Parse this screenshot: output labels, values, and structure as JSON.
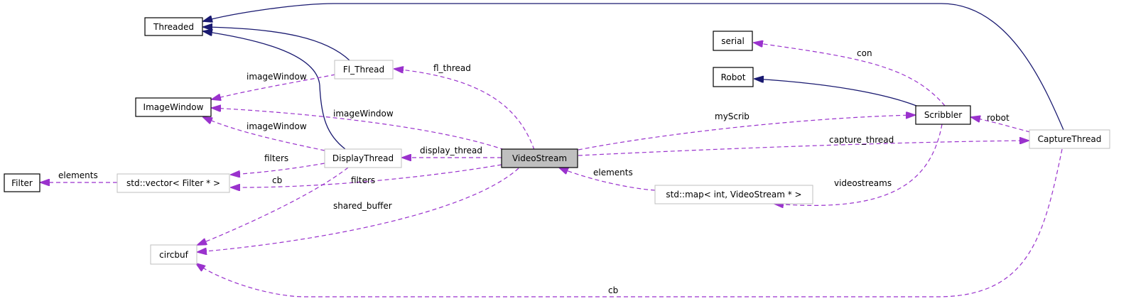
{
  "nodes": {
    "threaded": "Threaded",
    "imagewindow": "ImageWindow",
    "filter": "Filter",
    "vector": "std::vector< Filter * >",
    "circbuf": "circbuf",
    "fl_thread": "Fl_Thread",
    "displaythread": "DisplayThread",
    "videostream": "VideoStream",
    "serial": "serial",
    "robot": "Robot",
    "scribbler": "Scribbler",
    "map": "std::map< int, VideoStream * >",
    "capturethread": "CaptureThread"
  },
  "edge_labels": {
    "fl_thread": "fl_thread",
    "imagewindow_fl": "imageWindow",
    "imagewindow_vs": "imageWindow",
    "imagewindow_dt": "imageWindow",
    "display_thread": "display_thread",
    "filters_dt": "filters",
    "filters_vs": "filters",
    "elements_filter": "elements",
    "cb_dt": "cb",
    "shared_buffer": "shared_buffer",
    "elements_map": "elements",
    "myscrib": "myScrib",
    "capture_thread": "capture_thread",
    "con": "con",
    "robot": "robot",
    "videostreams": "videostreams",
    "cb_ct": "cb"
  },
  "colors": {
    "inheritance": "#191970",
    "usage": "#9a32cd",
    "focus_fill": "#bfbfbf"
  }
}
